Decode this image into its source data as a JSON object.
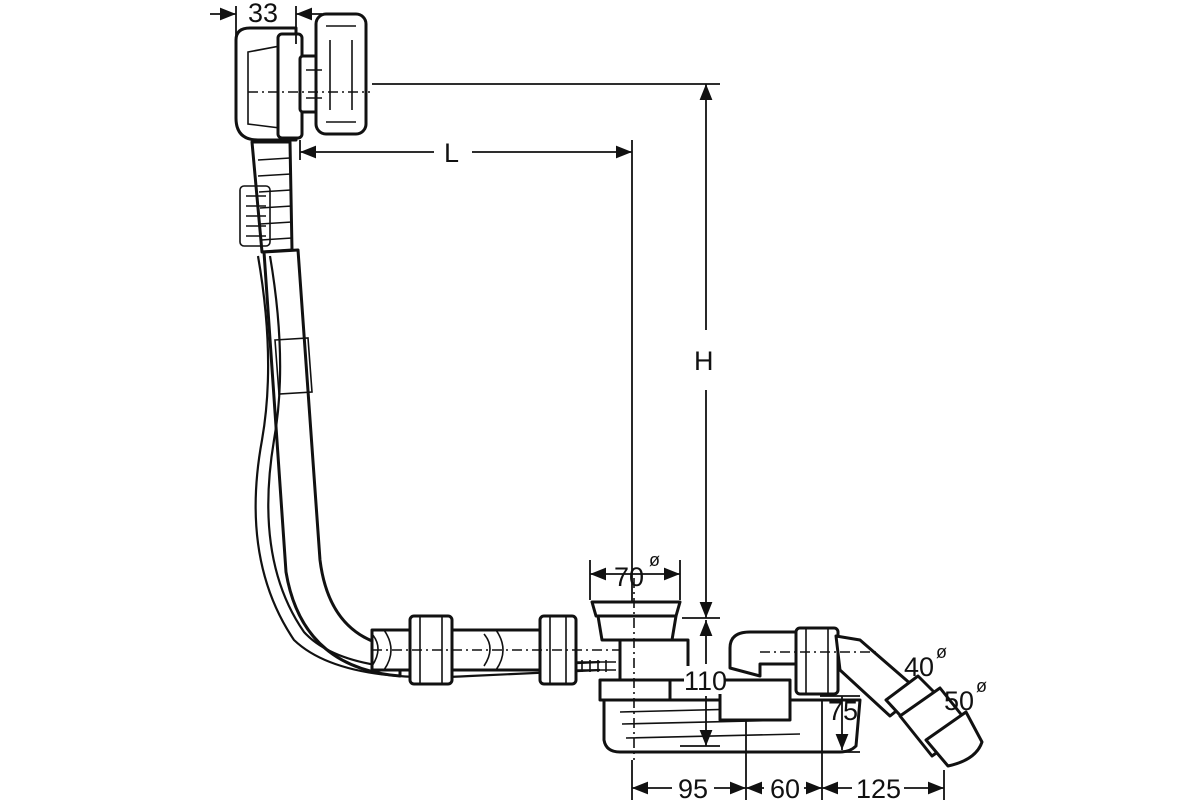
{
  "drawing": {
    "stroke_color": "#111111",
    "background_color": "#ffffff",
    "dimensions": {
      "overflow_width": "33",
      "length": "L",
      "height": "H",
      "waste_diameter": "70",
      "waste_height": "110",
      "trap_height": "75",
      "trap_outlet_inner": "40",
      "trap_outlet_outer": "50",
      "offset_1": "95",
      "offset_2": "60",
      "offset_3": "125",
      "diameter_symbol": "ø"
    }
  }
}
